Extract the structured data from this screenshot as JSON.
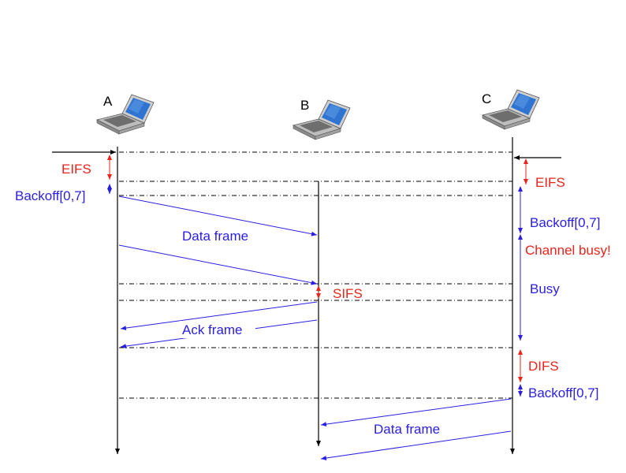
{
  "nodes": {
    "a": "A",
    "b": "B",
    "c": "C"
  },
  "labels": {
    "a_eifs": "EIFS",
    "a_backoff": "Backoff[0,7]",
    "data_frame_1": "Data frame",
    "sifs": "SIFS",
    "ack_frame": "Ack frame",
    "c_eifs": "EIFS",
    "c_backoff_1": "Backoff[0,7]",
    "channel_busy": "Channel busy!",
    "busy": "Busy",
    "difs": "DIFS",
    "c_backoff_2": "Backoff[0,7]",
    "data_frame_2": "Data frame"
  },
  "colors": {
    "red": "#e8241c",
    "blue": "#2a1ee0",
    "black": "#000000"
  }
}
